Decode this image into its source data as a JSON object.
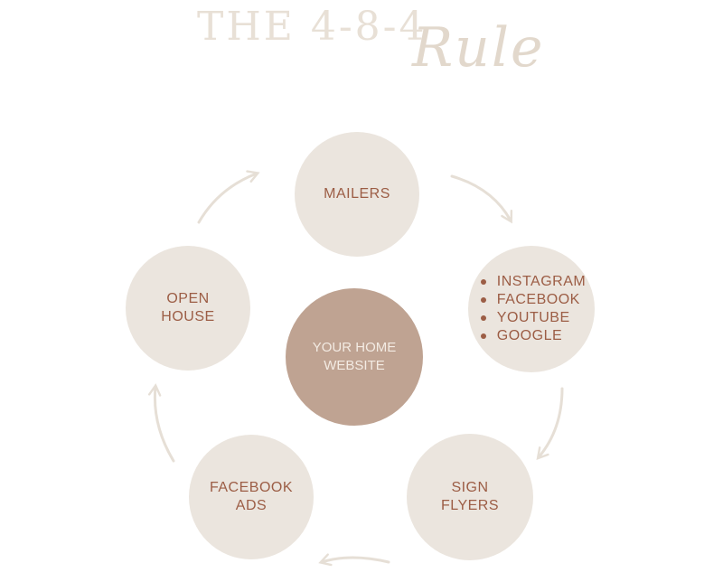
{
  "header": {
    "title": "THE 4-8-4",
    "script": "Rule"
  },
  "diagram": {
    "center": {
      "line1": "YOUR HOME",
      "line2": "WEBSITE"
    },
    "mailers": "MAILERS",
    "social": [
      "INSTAGRAM",
      "FACEBOOK",
      "YOUTUBE",
      "GOOGLE"
    ],
    "sign_flyers": "SIGN FLYERS",
    "facebook_ads": {
      "line1": "FACEBOOK",
      "line2": "ADS"
    },
    "open_house": "OPEN HOUSE"
  },
  "colors": {
    "node_fill": "#ebe5de",
    "center_fill": "#bfa392",
    "node_text": "#9c5d45",
    "center_text": "#f3ebe3",
    "arrow": "#e6dfd6",
    "title": "#e8e0d6"
  }
}
